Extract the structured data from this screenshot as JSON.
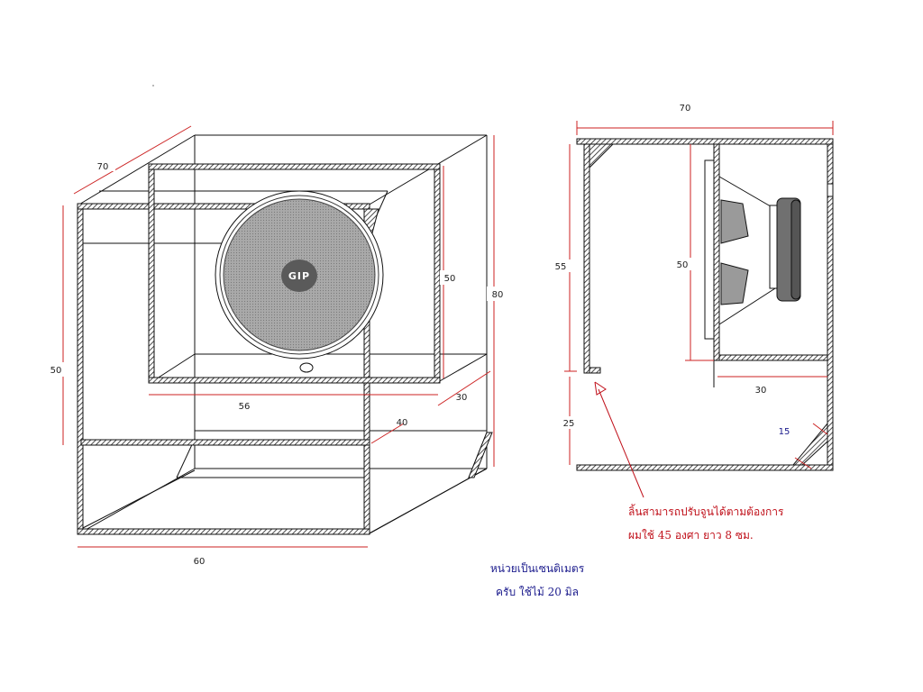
{
  "colors": {
    "line": "#111111",
    "dimension_line": "#cc2222",
    "hatch_bg": "#ffffff",
    "speaker_cone": "#9a9a9a",
    "magnet": "#707070",
    "note_red": "#c0101a",
    "note_blue": "#1a1a8c"
  },
  "left_view": {
    "dim_top_depth": "70",
    "dim_height_front": "50",
    "dim_height_rear": "80",
    "dim_inner_height": "50",
    "dim_width_bottom": "60",
    "dim_inner_width": "56",
    "dim_depth_right": "30",
    "dim_shelf": "40",
    "driver_logo": "GIP"
  },
  "right_view": {
    "dim_top_width": "70",
    "dim_height_left": "55",
    "dim_height_bottom": "25",
    "dim_driver_height": "50",
    "dim_chamber_width": "30",
    "dim_corner": "15"
  },
  "notes": {
    "adjust_line1": "ลิ้นสามารถปรับจูนได้ตามต้องการ",
    "adjust_line2": "ผมใช้ 45 องศา  ยาว 8 ซม.",
    "units_line1": "หน่วยเป็นเซนติเมตร",
    "units_line2": "ครับ  ใช้ไม้  20  มิล"
  }
}
